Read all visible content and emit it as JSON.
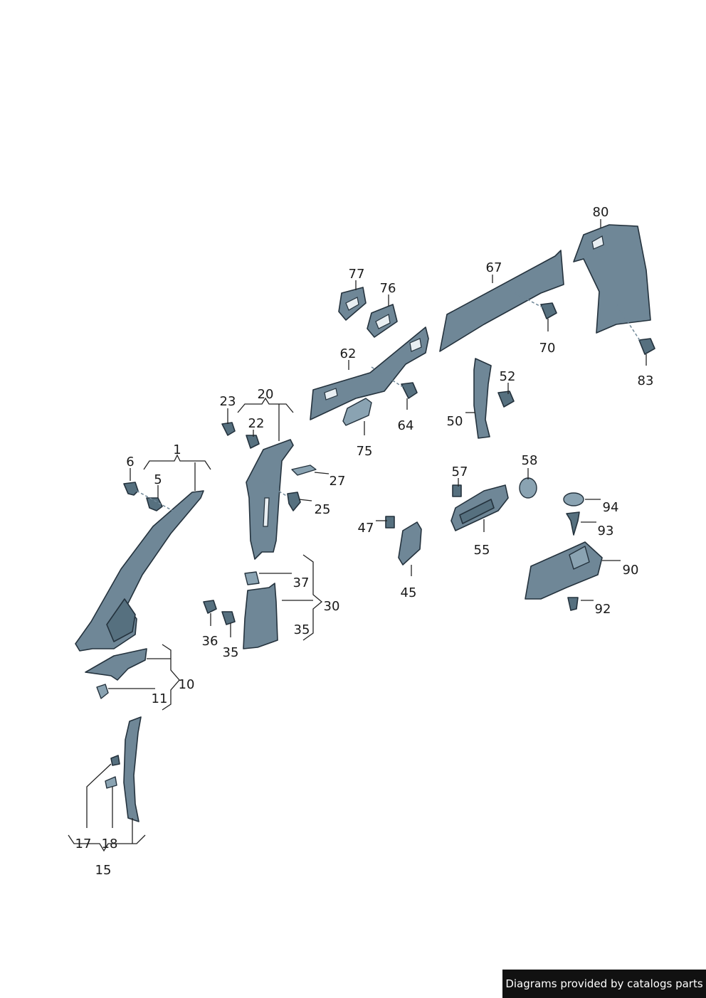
{
  "labels": {
    "l1": "1",
    "l5": "5",
    "l6": "6",
    "l10": "10",
    "l11": "11",
    "l15": "15",
    "l17": "17",
    "l18": "18",
    "l20": "20",
    "l22": "22",
    "l23": "23",
    "l25": "25",
    "l27": "27",
    "l30": "30",
    "l35a": "35",
    "l35b": "35",
    "l36": "36",
    "l37": "37",
    "l45": "45",
    "l47": "47",
    "l50": "50",
    "l52": "52",
    "l55": "55",
    "l57": "57",
    "l58": "58",
    "l62": "62",
    "l64": "64",
    "l67": "67",
    "l70": "70",
    "l75": "75",
    "l76": "76",
    "l77": "77",
    "l80": "80",
    "l83": "83",
    "l90": "90",
    "l92": "92",
    "l93": "93",
    "l94": "94"
  },
  "footer": {
    "credit": "Diagrams provided by catalogs parts"
  },
  "colors": {
    "part": "#6f8797",
    "outline": "#24323d",
    "background": "#ffffff",
    "badge": "#111111"
  }
}
